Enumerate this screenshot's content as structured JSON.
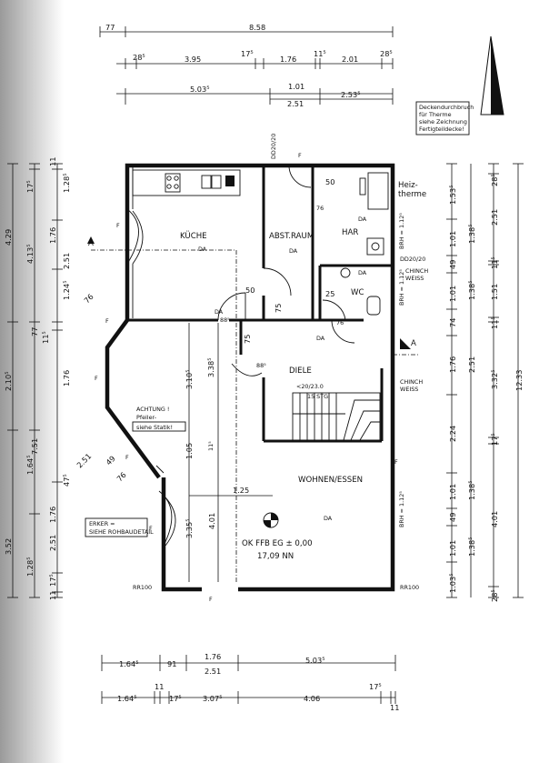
{
  "top_dims": {
    "row1": [
      "77",
      "8.58"
    ],
    "row2": [
      "28⁵",
      "3.95",
      "17⁵",
      "1.76",
      "11⁵",
      "2.01",
      "28⁵"
    ],
    "row3": [
      "5.03⁵",
      "1.01",
      "2.51",
      "2.53⁵"
    ]
  },
  "bottom_dims": {
    "row1": [
      "1.64⁵",
      "91",
      "1.76",
      "2.51",
      "5.03⁵"
    ],
    "row2": [
      "1.64⁵",
      "11",
      "17⁵",
      "3.07⁵",
      "4.06",
      "17⁵",
      "11"
    ]
  },
  "left_dims": {
    "outer": [
      "4.29",
      "2.10⁵",
      "7.51",
      "3.52"
    ],
    "mid": [
      "17⁵",
      "4.13⁵",
      "1.64⁵",
      "1.76",
      "2.51",
      "1.28⁵"
    ],
    "inner": [
      "11",
      "1.28⁵",
      "1.76",
      "2.51",
      "1.24⁵",
      "77",
      "11⁵",
      "1.76",
      "47⁵",
      "17⁵",
      "11"
    ]
  },
  "right_dims": {
    "outer": [
      "12.33"
    ],
    "col3": [
      "28⁵",
      "2.51",
      "11⁵",
      "1.51",
      "11⁵",
      "3.32⁵",
      "17⁵",
      "4.01",
      "28⁵"
    ],
    "col2": [
      "1.38⁵",
      "1.38⁵",
      "2.51",
      "1.38⁵",
      "1.38⁵"
    ],
    "col1": [
      "1.53⁵",
      "1.01",
      "49",
      "1.01",
      "74",
      "1.76",
      "2.24",
      "1.01",
      "49",
      "1.01",
      "1.03⁵"
    ]
  },
  "rooms": {
    "kitchen": "KÜCHE",
    "storage": "ABST.RAUM",
    "hallway": "DIELE",
    "living": "WOHNEN/ESSEN",
    "wc": "WC",
    "utility": "HAR",
    "heating": "Heiz-\ntherme"
  },
  "notes": {
    "ceiling": [
      "Deckendurchbruch",
      "für Therme",
      "siehe Zeichnung",
      "Fertigteildecke!"
    ],
    "pillar": [
      "ACHTUNG !",
      "Pfeiler-",
      "siehe Statik!"
    ],
    "bay": [
      "ERKER =",
      "SIEHE ROHBAUDETAIL"
    ],
    "stairs": [
      "<20/23.0",
      "15 STG"
    ],
    "level": [
      "OK FFB EG ± 0,00",
      "17,09 NN"
    ],
    "ceiling_height": "RR100",
    "chimney": [
      "CHINCH",
      "WEISS"
    ],
    "da": "DA",
    "section": "A",
    "fenster": "F",
    "duct": "DD20/20",
    "window_spec": "BRH = 1.12⁵"
  },
  "inner_dims": [
    "50",
    "76",
    "25",
    "50",
    "75",
    "75",
    "88⁵",
    "88⁵",
    "76",
    "3.10⁵",
    "3.38⁵",
    "1.05",
    "11⁵",
    "1.25",
    "3.35⁵",
    "4.01",
    "76",
    "49",
    "76",
    "2.51"
  ]
}
